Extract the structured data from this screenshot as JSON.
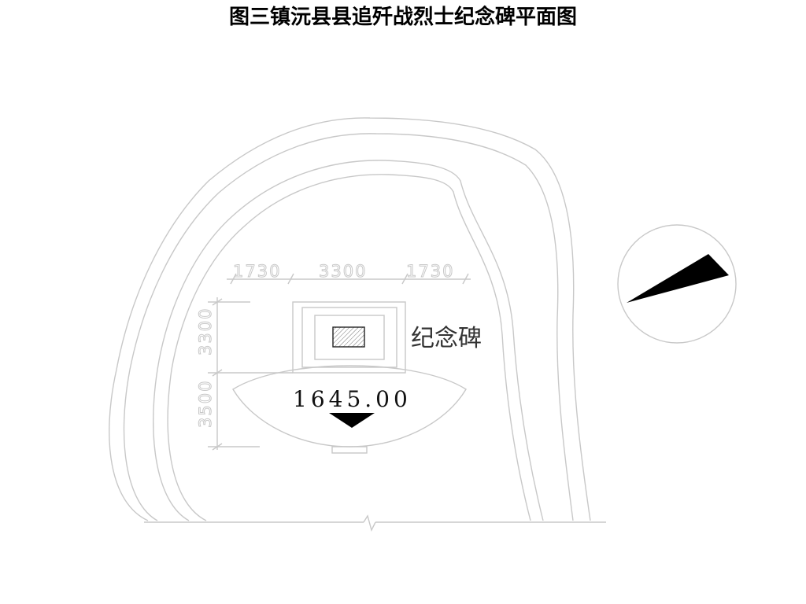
{
  "title": "图三镇沅县县追歼战烈士纪念碑平面图",
  "dimensions": {
    "top": [
      "1730",
      "3300",
      "1730"
    ],
    "left": [
      "3300",
      "3500"
    ]
  },
  "monument_label": "纪念碑",
  "elevation": "1645.00",
  "icons": {
    "north_arrow": "north-arrow-icon",
    "elevation_marker": "elevation-triangle-icon",
    "break_line": "break-line-icon"
  },
  "colors": {
    "outline": "#c8c8c8",
    "text": "#000000"
  }
}
